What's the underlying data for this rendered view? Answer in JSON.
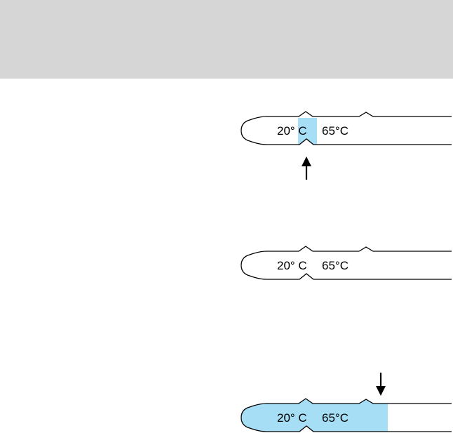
{
  "colors": {
    "header_band": "#d6d6d6",
    "fluid": "#a6dff5",
    "outline": "#000000"
  },
  "icons": {
    "up_arrow": "arrow-up-icon",
    "down_arrow": "arrow-down-icon"
  },
  "dipsticks": [
    {
      "id": "dipstick-1",
      "cold_label": "20° C",
      "hot_label": "65°C",
      "fluid_region": "cold-band"
    },
    {
      "id": "dipstick-2",
      "cold_label": "20° C",
      "hot_label": "65°C",
      "fluid_region": "none"
    },
    {
      "id": "dipstick-3",
      "cold_label": "20° C",
      "hot_label": "65°C",
      "fluid_region": "above-hot-mark"
    }
  ]
}
